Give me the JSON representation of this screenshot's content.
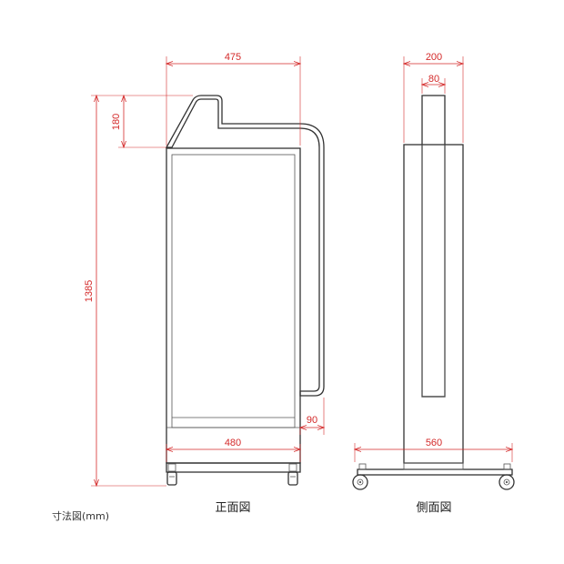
{
  "dimensions": {
    "front_width_top": "475",
    "front_height_total": "1385",
    "front_header_height": "180",
    "front_handle_depth": "90",
    "front_width_base": "480",
    "side_width_top": "200",
    "side_width_inner": "80",
    "side_base_width": "560"
  },
  "labels": {
    "front_view": "正面図",
    "side_view": "側面図",
    "caption": "寸法図(mm)"
  },
  "colors": {
    "dimension": "#d42a2a",
    "outline": "#333333",
    "text": "#222222"
  }
}
